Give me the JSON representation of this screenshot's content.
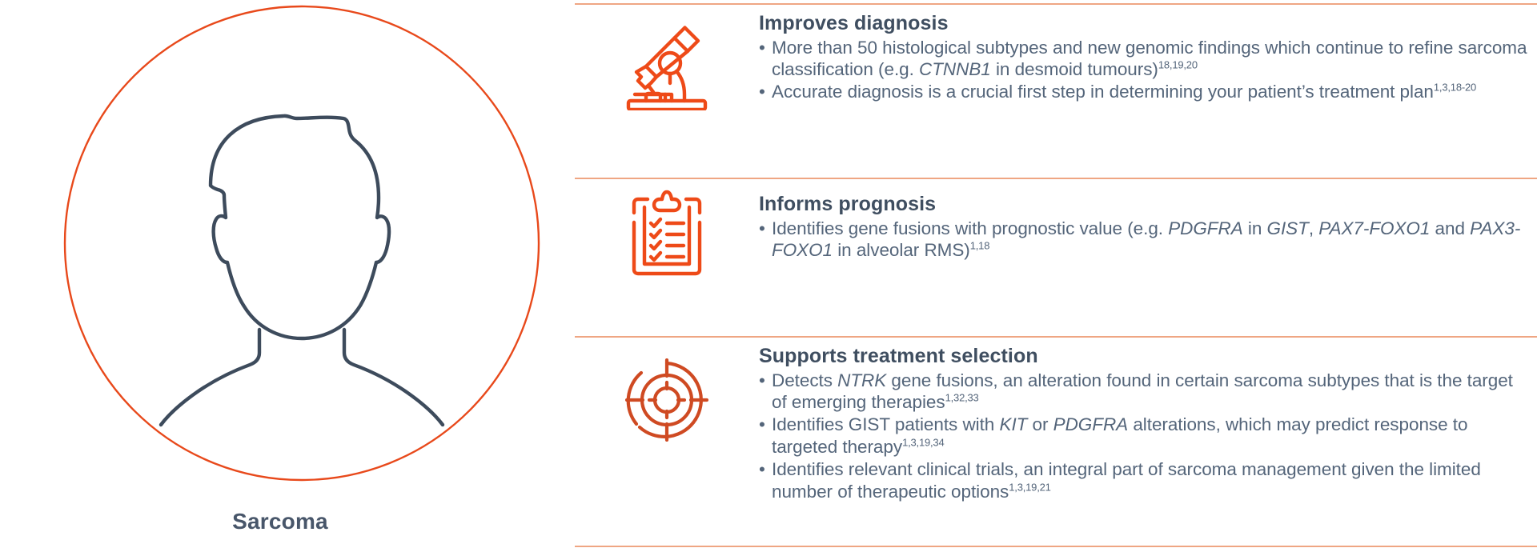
{
  "left": {
    "caption": "Sarcoma",
    "avatar_icon": "person-silhouette-icon",
    "circle_color": "#e8491b",
    "silhouette_color": "#3d4b5c"
  },
  "theme": {
    "accent": "#e8491b",
    "divider": "#efa683",
    "heading_text": "#3f4e60",
    "body_text": "#54657a"
  },
  "sections": [
    {
      "icon": "microscope-icon",
      "heading": "Improves diagnosis",
      "bullets": [
        {
          "parts": [
            {
              "t": "More than 50 histological subtypes and new genomic findings which continue to refine sarcoma classification (e.g. ",
              "s": "normal"
            },
            {
              "t": "CTNNB1",
              "s": "italic"
            },
            {
              "t": " in desmoid tumours)",
              "s": "normal"
            },
            {
              "t": "18,19,20",
              "s": "sup"
            }
          ]
        },
        {
          "parts": [
            {
              "t": "Accurate diagnosis is a crucial first step in determining your patient’s treatment plan",
              "s": "normal"
            },
            {
              "t": "1,3,18-20",
              "s": "sup"
            }
          ]
        }
      ]
    },
    {
      "icon": "clipboard-checklist-icon",
      "heading": "Informs prognosis",
      "bullets": [
        {
          "parts": [
            {
              "t": "Identifies gene fusions with prognostic value (e.g. ",
              "s": "normal"
            },
            {
              "t": "PDGFRA",
              "s": "italic"
            },
            {
              "t": " in ",
              "s": "normal"
            },
            {
              "t": "GIST",
              "s": "italic"
            },
            {
              "t": ", ",
              "s": "normal"
            },
            {
              "t": "PAX7-FOXO1",
              "s": "italic"
            },
            {
              "t": " and ",
              "s": "normal"
            },
            {
              "t": "PAX3-FOXO1",
              "s": "italic"
            },
            {
              "t": " in alveolar RMS)",
              "s": "normal"
            },
            {
              "t": "1,18",
              "s": "sup"
            }
          ]
        }
      ]
    },
    {
      "icon": "target-icon",
      "heading": "Supports treatment selection",
      "bullets": [
        {
          "parts": [
            {
              "t": "Detects ",
              "s": "normal"
            },
            {
              "t": "NTRK",
              "s": "italic"
            },
            {
              "t": " gene fusions, an alteration found in certain sarcoma subtypes that is the target of emerging therapies",
              "s": "normal"
            },
            {
              "t": "1,32,33",
              "s": "sup"
            }
          ]
        },
        {
          "parts": [
            {
              "t": "Identifies GIST patients with ",
              "s": "normal"
            },
            {
              "t": "KIT",
              "s": "italic"
            },
            {
              "t": " or ",
              "s": "normal"
            },
            {
              "t": "PDGFRA",
              "s": "italic"
            },
            {
              "t": " alterations, which may predict response to targeted therapy",
              "s": "normal"
            },
            {
              "t": "1,3,19,34",
              "s": "sup"
            }
          ]
        },
        {
          "parts": [
            {
              "t": "Identifies relevant clinical trials, an integral part of sarcoma management given the limited number of therapeutic options",
              "s": "normal"
            },
            {
              "t": "1,3,19,21",
              "s": "sup"
            }
          ]
        }
      ]
    }
  ]
}
